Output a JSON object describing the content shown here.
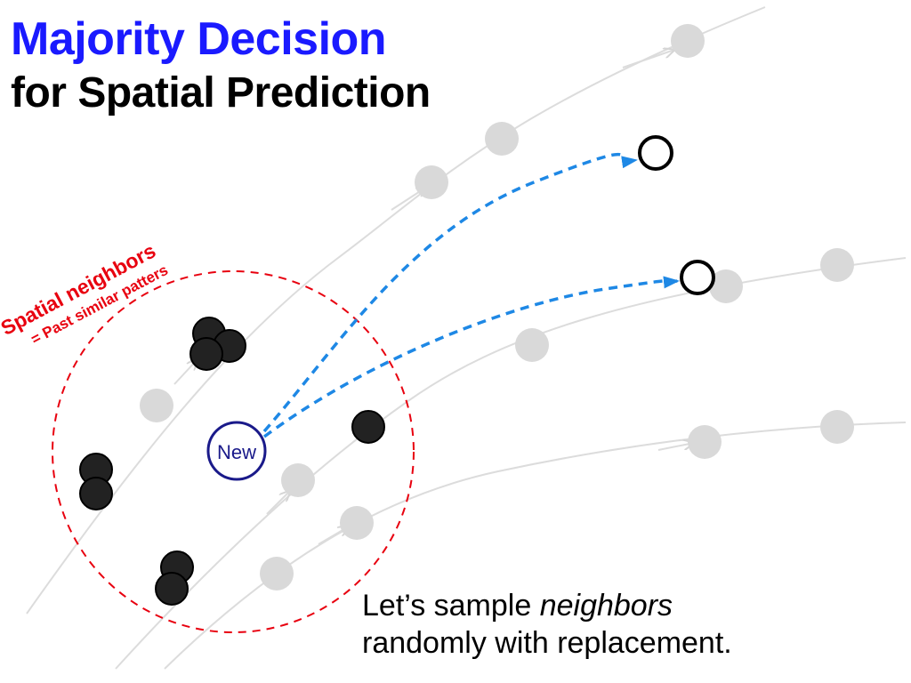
{
  "title": {
    "line1": "Majority Decision",
    "line2": "for Spatial Prediction"
  },
  "neighbors_label": {
    "line1": "Spatial neighbors",
    "line2": "= Past similar patters"
  },
  "new_node_label": "New",
  "caption": {
    "part1": "Let’s sample ",
    "emphasis": "neighbors",
    "part2": "randomly with replacement."
  },
  "colors": {
    "title_accent": "#1a1aff",
    "neighbors": "#e8000f",
    "prediction_arrows": "#1e88e5",
    "new_node": "#1a1a8a",
    "past_patterns": "#d9d9d9",
    "neighbor_points": "#222222"
  }
}
